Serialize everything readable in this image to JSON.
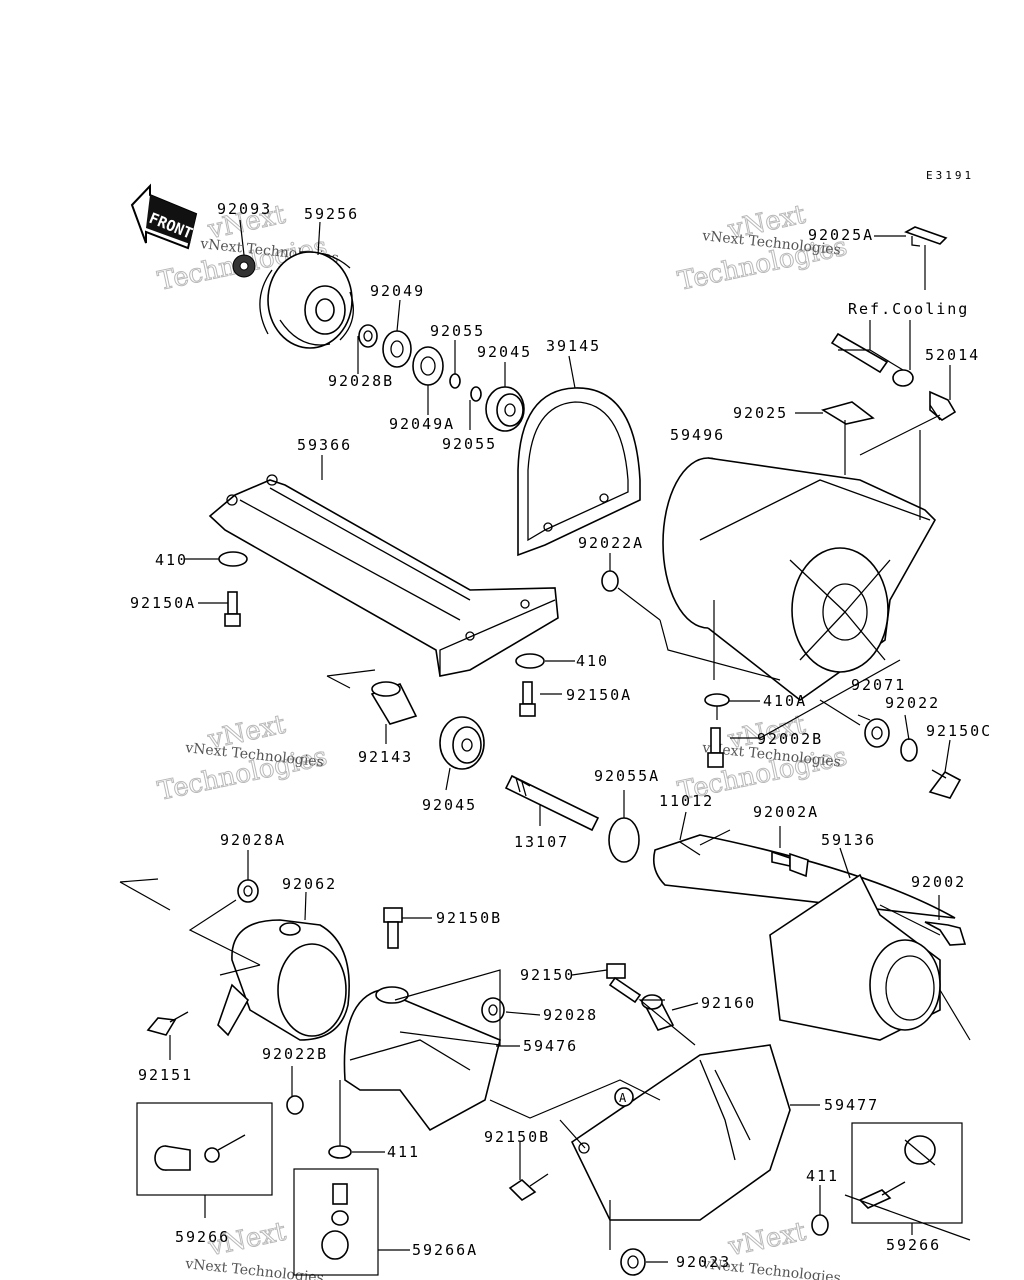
{
  "diagram_code": "E3191",
  "front_label": "FRONT",
  "ref_note": "Ref.Cooling",
  "watermark": {
    "line1": "vNext",
    "line2": "Technologies",
    "line3": "vNext Technologies"
  },
  "callout_letter": "A",
  "parts": {
    "p92093": "92093",
    "p59256": "59256",
    "p92049": "92049",
    "p92055_top": "92055",
    "p92045_top": "92045",
    "p39145": "39145",
    "p92028B": "92028B",
    "p92049A": "92049A",
    "p92055_bot": "92055",
    "p92025A": "92025A",
    "p52014": "52014",
    "p92025": "92025",
    "p59496": "59496",
    "p59366": "59366",
    "p410_top": "410",
    "p92150A_top": "92150A",
    "p92022A": "92022A",
    "p410_mid": "410",
    "p92150A_mid": "92150A",
    "p410A": "410A",
    "p92071": "92071",
    "p92022": "92022",
    "p92150C": "92150C",
    "p92002B": "92002B",
    "p92143": "92143",
    "p92045_bot": "92045",
    "p92055A": "92055A",
    "p11012": "11012",
    "p13107": "13107",
    "p92002A": "92002A",
    "p59136": "59136",
    "p92028A": "92028A",
    "p92062": "92062",
    "p92150B_top": "92150B",
    "p92002": "92002",
    "p92150": "92150",
    "p92028": "92028",
    "p92160": "92160",
    "p59476": "59476",
    "p92151": "92151",
    "p92022B": "92022B",
    "p59477": "59477",
    "p411_left": "411",
    "p92150B_bot": "92150B",
    "p411_right": "411",
    "p59266_left": "59266",
    "p59266A": "59266A",
    "p92023": "92023",
    "p59266_right": "59266"
  }
}
